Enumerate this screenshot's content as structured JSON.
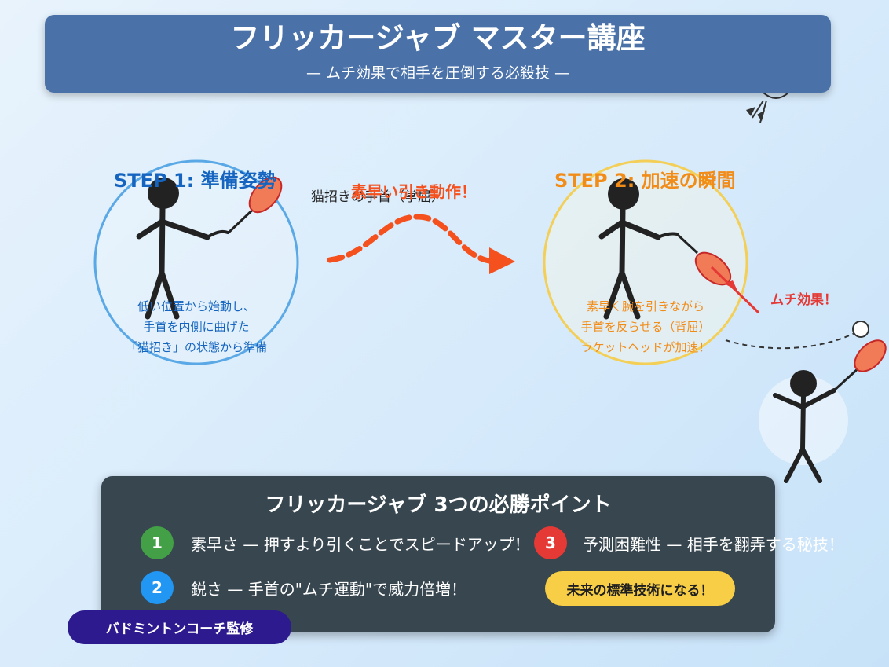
{
  "header": {
    "title": "フリッカージャブ マスター講座",
    "subtitle": "— ムチ効果で相手を圧倒する必殺技 —"
  },
  "steps": [
    {
      "title": "STEP 1: 準備姿勢",
      "color": "#1565c0",
      "circle_color": "#5aa9e6",
      "desc": [
        "低い位置から始動し、",
        "手首を内側に曲げた",
        "「猫招き」の状態から準備"
      ]
    },
    {
      "title": "STEP 2: 加速の瞬間",
      "color": "#f28c18",
      "circle_color": "#f3cf57",
      "desc": [
        "素早く腕を引きながら",
        "手首を反らせる（背屈）",
        "ラケットヘッドが加速！"
      ]
    }
  ],
  "labels": {
    "wrist": "猫招きの手首（掌屈）",
    "pull": "素早い引き動作！",
    "whip": "ムチ効果！"
  },
  "panel": {
    "title": "フリッカージャブ 3つの必勝ポイント",
    "points": [
      {
        "num": "1",
        "color": "#43a047",
        "text": "素早さ — 押すより引くことでスピードアップ！"
      },
      {
        "num": "2",
        "color": "#2196f3",
        "text": "鋭さ — 手首の\"ムチ運動\"で威力倍増！"
      },
      {
        "num": "3",
        "color": "#e53935",
        "text": "予測困難性 — 相手を翻弄する秘技！"
      }
    ],
    "badge": "未来の標準技術になる！"
  },
  "footer": {
    "supervised": "バドミントンコーチ監修"
  },
  "colors": {
    "racket_head": "#f07b56",
    "racket_edge": "#c62828",
    "arrow": "#f4511e",
    "figure": "#222222"
  }
}
